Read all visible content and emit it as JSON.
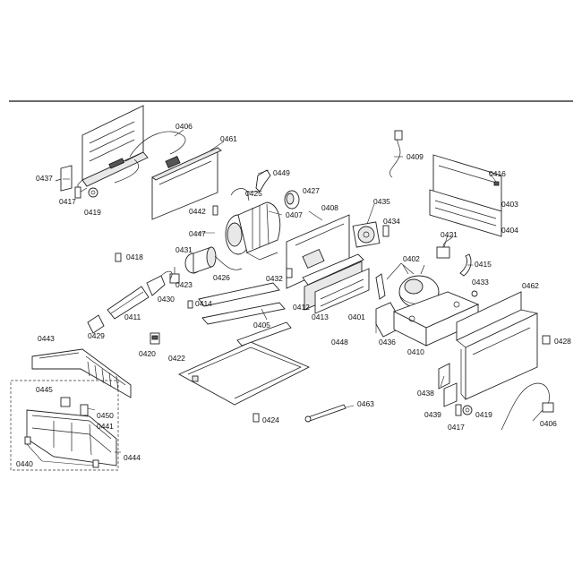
{
  "diagram": {
    "labels": {
      "p0406a": "0406",
      "p0461": "0461",
      "p0437": "0437",
      "p0417a": "0417",
      "p0419a": "0419",
      "p0449": "0449",
      "p0425": "0425",
      "p0427": "0427",
      "p0442": "0442",
      "p0407": "0407",
      "p0408": "0408",
      "p0435": "0435",
      "p0434": "0434",
      "p0409": "0409",
      "p0416": "0416",
      "p0403": "0403",
      "p0404": "0404",
      "p0447": "0447",
      "p0431": "0431",
      "p0421": "0421",
      "p0418": "0418",
      "p0426": "0426",
      "p0423": "0423",
      "p0432": "0432",
      "p0402": "0402",
      "p0415": "0415",
      "p0430": "0430",
      "p0433": "0433",
      "p0462": "0462",
      "p0414": "0414",
      "p0412": "0412",
      "p0413": "0413",
      "p0401": "0401",
      "p0411": "0411",
      "p0429": "0429",
      "p0405": "0405",
      "p0448": "0448",
      "p0436": "0436",
      "p0410": "0410",
      "p0428": "0428",
      "p0420": "0420",
      "p0422": "0422",
      "p0443": "0443",
      "p0445": "0445",
      "p0450": "0450",
      "p0441": "0441",
      "p0440": "0440",
      "p0444": "0444",
      "p0424": "0424",
      "p0463": "0463",
      "p0438": "0438",
      "p0439": "0439",
      "p0419b": "0419",
      "p0417b": "0417",
      "p0406b": "0406"
    }
  }
}
